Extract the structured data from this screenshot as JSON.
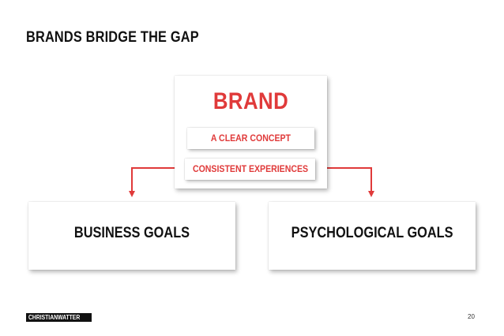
{
  "slide": {
    "title": "BRANDS BRIDGE THE GAP",
    "page_number": "20",
    "logo_text": "CHRISTIANWATTER"
  },
  "brand": {
    "heading": "BRAND",
    "items": [
      "A CLEAR CONCEPT",
      "CONSISTENT EXPERIENCES"
    ]
  },
  "goals": {
    "left": "BUSINESS GOALS",
    "right": "PSYCHOLOGICAL GOALS"
  },
  "colors": {
    "accent": "#e03a3a",
    "text": "#111111"
  }
}
